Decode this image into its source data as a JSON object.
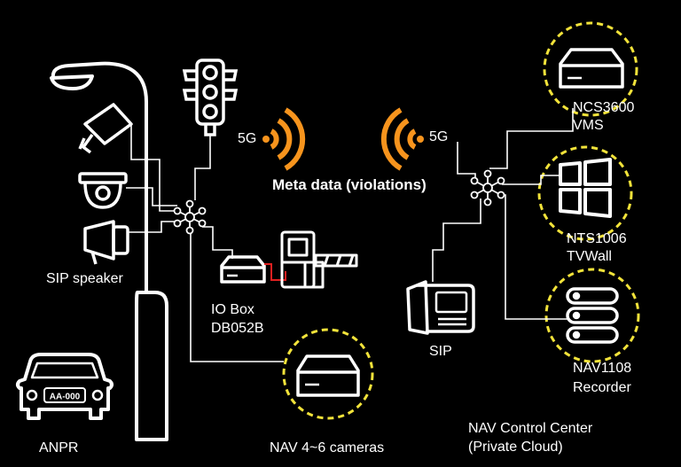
{
  "labels": {
    "sip_speaker": "SIP speaker",
    "io_box_line1": "IO Box",
    "io_box_line2": "DB052B",
    "anpr": "ANPR",
    "anpr_plate": "AA-000",
    "nav_cameras": "NAV 4~6 cameras",
    "signal_left": "5G",
    "signal_right": "5G",
    "meta_data": "Meta data (violations)",
    "ncs_line1": "NCS3600",
    "ncs_line2": "VMS",
    "nts_line1": "NTS1006",
    "nts_line2": "TVWall",
    "nav_rec_line1": "NAV1108",
    "nav_rec_line2": "Recorder",
    "sip_phone": "SIP",
    "control_line1": "NAV Control Center",
    "control_line2": "(Private Cloud)"
  },
  "icons": [
    "street-light-icon",
    "traffic-light-icon",
    "bullet-camera-icon",
    "dome-camera-icon",
    "horn-speaker-icon",
    "network-hub-icon",
    "io-box-icon",
    "barrier-gate-icon",
    "car-icon",
    "nvr-icon",
    "wifi-signal-icon",
    "sip-phone-icon",
    "windows-icon",
    "server-stack-icon"
  ],
  "colors": {
    "background": "#000000",
    "line": "#ffffff",
    "highlight_ring": "#f2e33a",
    "signal": "#f7941d",
    "io_wire": "#e02020"
  }
}
